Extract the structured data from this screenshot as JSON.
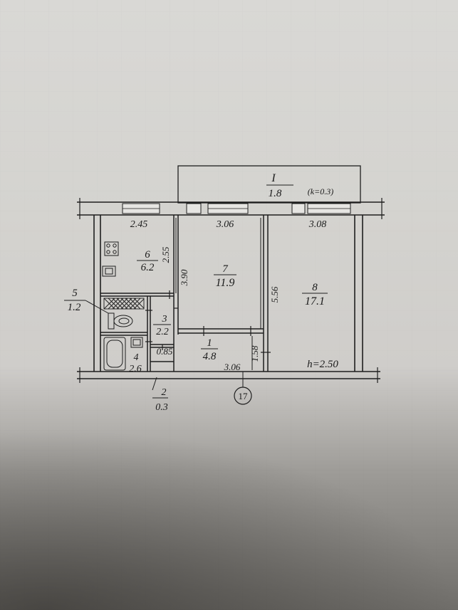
{
  "plan": {
    "balcony": {
      "number": "I",
      "area": "1.8",
      "coef": "(k=0.3)"
    },
    "rooms": [
      {
        "id": "r1",
        "number": "1",
        "area": "4.8"
      },
      {
        "id": "r2",
        "number": "2",
        "area": "0.3"
      },
      {
        "id": "r3",
        "number": "3",
        "area": "2.2"
      },
      {
        "id": "r4",
        "number": "4",
        "area": "2.6"
      },
      {
        "id": "r5",
        "number": "5",
        "area": "1.2"
      },
      {
        "id": "r6",
        "number": "6",
        "area": "6.2"
      },
      {
        "id": "r7",
        "number": "7",
        "area": "11.9"
      },
      {
        "id": "r8",
        "number": "8",
        "area": "17.1"
      }
    ],
    "dimensions": {
      "top_left": "2.45",
      "top_mid": "3.06",
      "top_right": "3.08",
      "kitchen_depth": "2.55",
      "room7_depth": "3.90",
      "room8_depth": "5.56",
      "hall_depth": "1.58",
      "bath_width": "0.85",
      "bottom_mid": "3.06"
    },
    "ceiling_height": "h=2.50",
    "axis_mark": "17"
  }
}
